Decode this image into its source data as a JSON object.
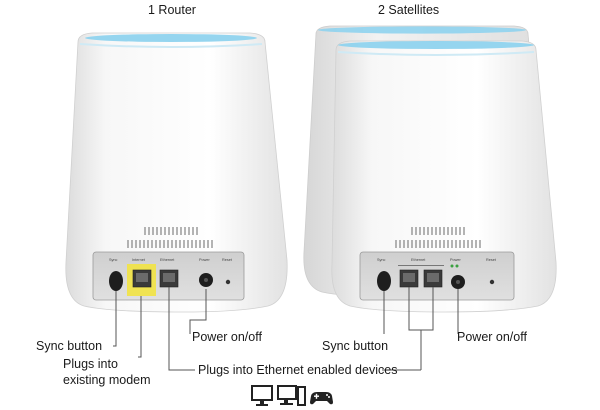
{
  "titles": {
    "router": "1 Router",
    "satellites": "2 Satellites"
  },
  "callouts": {
    "router_sync": "Sync button",
    "router_power": "Power on/off",
    "modem_line1": "Plugs into",
    "modem_line2": "existing modem",
    "ethernet": "Plugs into Ethernet enabled devices",
    "satellite_sync": "Sync button",
    "satellite_power": "Power on/off"
  },
  "port_labels": {
    "router": [
      "Sync",
      "Internet",
      "Ethernet",
      "Power",
      "Reset"
    ],
    "satellite": [
      "Sync",
      "Ethernet",
      "Power",
      "Reset"
    ]
  },
  "device_icons": [
    "monitor-icon",
    "desktop-computer-icon",
    "gamepad-icon"
  ],
  "colors": {
    "accent_blue": "#8fd3ee",
    "highlight_yellow": "#f3e43a",
    "device_white": "#f4f4f4",
    "panel_gray": "#d4d4d4"
  }
}
